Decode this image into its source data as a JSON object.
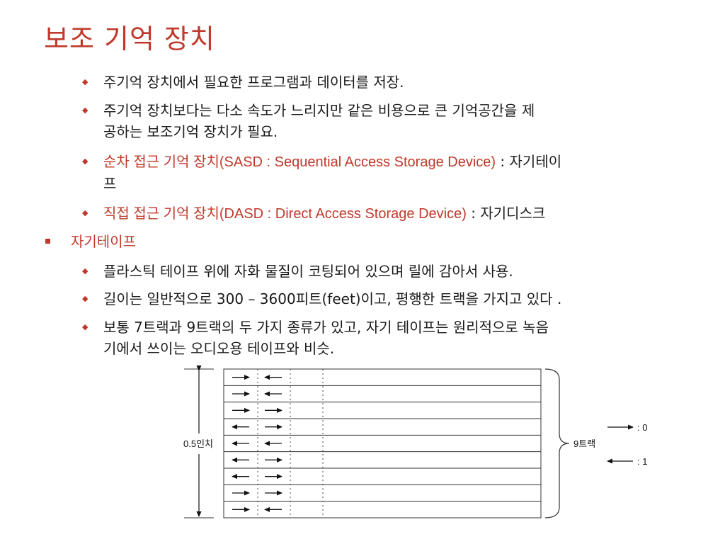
{
  "slide": {
    "title": "보조 기억 장치",
    "bullets": [
      {
        "text": "주기억 장치에서 필요한 프로그램과 데이터를 저장."
      },
      {
        "text": "주기억 장치보다는 다소 속도가 느리지만 같은 비용으로 큰 기억공간을 제",
        "text2": "공하는 보조기억 장치가 필요."
      },
      {
        "highlight": "순차 접근 기억 장치(SASD : Sequential Access Storage Device)",
        "rest": " : 자기테이",
        "rest2": "프"
      },
      {
        "highlight": "직접 접근 기억 장치(DASD : Direct Access Storage Device)",
        "rest": " : 자기디스크"
      }
    ],
    "section": "자기테이프",
    "sub_bullets": [
      {
        "text": "플라스틱 테이프 위에 자화 물질이 코팅되어 있으며 릴에 감아서 사용."
      },
      {
        "text": "길이는 일반적으로 300 – 3600피트(feet)이고, 평행한 트랙을 가지고 있다 ."
      },
      {
        "text": "보통 7트랙과 9트랙의 두 가지 종류가 있고, 자기 테이프는 원리적으로 녹음",
        "text2": "기에서 쓰이는 오디오용 테이프와 비슷."
      }
    ]
  },
  "diagram": {
    "width_label": "0.5인치",
    "tracks_label": "9트랙",
    "legend": [
      {
        "label": ": 0",
        "direction": "right"
      },
      {
        "label": ": 1",
        "direction": "left"
      }
    ],
    "tracks": [
      [
        "right",
        "left"
      ],
      [
        "right",
        "left"
      ],
      [
        "right",
        "right"
      ],
      [
        "left",
        "right"
      ],
      [
        "left",
        "left"
      ],
      [
        "left",
        "right"
      ],
      [
        "left",
        "right"
      ],
      [
        "right",
        "right"
      ],
      [
        "right",
        "left"
      ]
    ]
  }
}
